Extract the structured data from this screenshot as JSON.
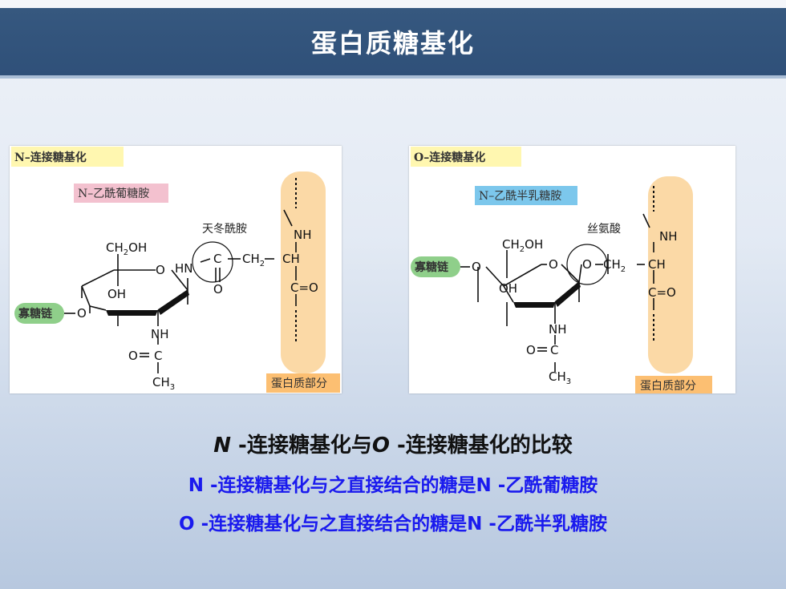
{
  "title": "蛋白质糖基化",
  "n_panel": {
    "box_label": "N–连接糖基化",
    "sugar_label": "N–乙酰葡糖胺",
    "amino_acid": "天冬酰胺",
    "oligo_label": "寡糖链",
    "protein_label": "蛋白质部分"
  },
  "o_panel": {
    "box_label": "O–连接糖基化",
    "sugar_label": "N–乙酰半乳糖胺",
    "amino_acid": "丝氨酸",
    "oligo_label": "寡糖链",
    "protein_label": "蛋白质部分"
  },
  "comparison": {
    "title_n": "N",
    "title_mid": " -连接糖基化与",
    "title_o": "O",
    "title_end": " -连接糖基化的比较",
    "line1": "N -连接糖基化与之直接结合的糖是N -乙酰葡糖胺",
    "line2": "O -连接糖基化与之直接结合的糖是N -乙酰半乳糖胺"
  },
  "colors": {
    "title_bar": "#2f5079",
    "label_yellow": "#fff7b0",
    "label_pink": "#f3c1cf",
    "label_blue": "#7cc7ec",
    "oligo_green": "#8fcf8a",
    "protein_orange": "#fbd9a6",
    "comparison_blue": "#1a1aee"
  }
}
